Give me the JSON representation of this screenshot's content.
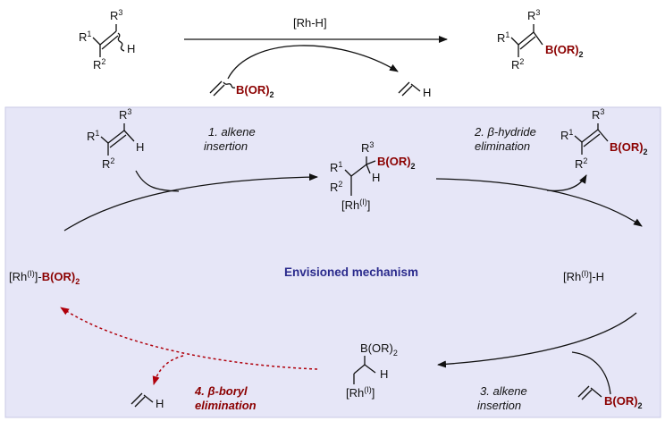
{
  "colors": {
    "boron": "#8b0000",
    "title": "#2a2a8c",
    "panel": "#e6e6f7",
    "dashed": "#b0000b"
  },
  "top": {
    "reagent_label": "[Rh-H]",
    "reactant": {
      "r1": "R",
      "r1s": "1",
      "r2": "R",
      "r2s": "2",
      "r3": "R",
      "r3s": "3",
      "h": "H"
    },
    "boron_reagent": "B(OR)",
    "boron_sub": "2",
    "ethylene_h": "H",
    "product": {
      "r1": "R",
      "r1s": "1",
      "r2": "R",
      "r2s": "2",
      "r3": "R",
      "r3s": "3",
      "b": "B(OR)",
      "bsub": "2"
    }
  },
  "cycle": {
    "title": "Envisioned mechanism",
    "rh_boryl": {
      "pre": "[Rh",
      "sup": "(I)",
      "post": "]-",
      "b": "B(OR)",
      "sub": "2"
    },
    "rh_hydride": {
      "pre": "[Rh",
      "sup": "(I)",
      "post": "]-H"
    },
    "step1": {
      "line1": "1. alkene",
      "line2": "insertion"
    },
    "step2": {
      "line1": "2. β-hydride",
      "line2": "elimination"
    },
    "step3": {
      "line1": "3. alkene",
      "line2": "insertion"
    },
    "step4": {
      "line1": "4. β-boryl",
      "line2": "elimination"
    },
    "alkene_in": {
      "r1": "R",
      "r1s": "1",
      "r2": "R",
      "r2s": "2",
      "r3": "R",
      "r3s": "3",
      "h": "H"
    },
    "intermediate1": {
      "r1": "R",
      "r1s": "1",
      "r2": "R",
      "r2s": "2",
      "r3": "R",
      "r3s": "3",
      "b": "B(OR)",
      "bsub": "2",
      "h": "H",
      "rh_pre": "[Rh",
      "rh_sup": "(I)",
      "rh_post": "]"
    },
    "product_out": {
      "r1": "R",
      "r1s": "1",
      "r2": "R",
      "r2s": "2",
      "r3": "R",
      "r3s": "3",
      "b": "B(OR)",
      "bsub": "2"
    },
    "vinylboronate": {
      "b": "B(OR)",
      "sub": "2"
    },
    "intermediate2": {
      "b": "B(OR)",
      "bsub": "2",
      "h": "H",
      "rh_pre": "[Rh",
      "rh_sup": "(I)",
      "rh_post": "]"
    },
    "ethylene_out_h": "H"
  }
}
